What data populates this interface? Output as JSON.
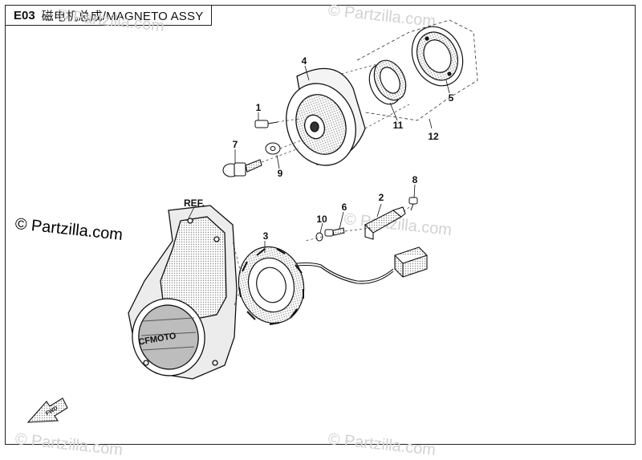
{
  "header": {
    "code": "E03",
    "title": "磁电机总成/MAGNETO ASSY"
  },
  "callouts": {
    "c1": "1",
    "c2": "2",
    "c3": "3",
    "c4": "4",
    "c5": "5",
    "c6": "6",
    "c7": "7",
    "c8": "8",
    "c9": "9",
    "c10": "10",
    "c11": "11",
    "c12": "12",
    "ref": "REF."
  },
  "watermark": {
    "text": "© Partzilla.com",
    "faint_color": "#d2d2d2"
  },
  "cover": {
    "brand": "CFMOTO"
  },
  "arrow": {
    "label": "FWD"
  }
}
